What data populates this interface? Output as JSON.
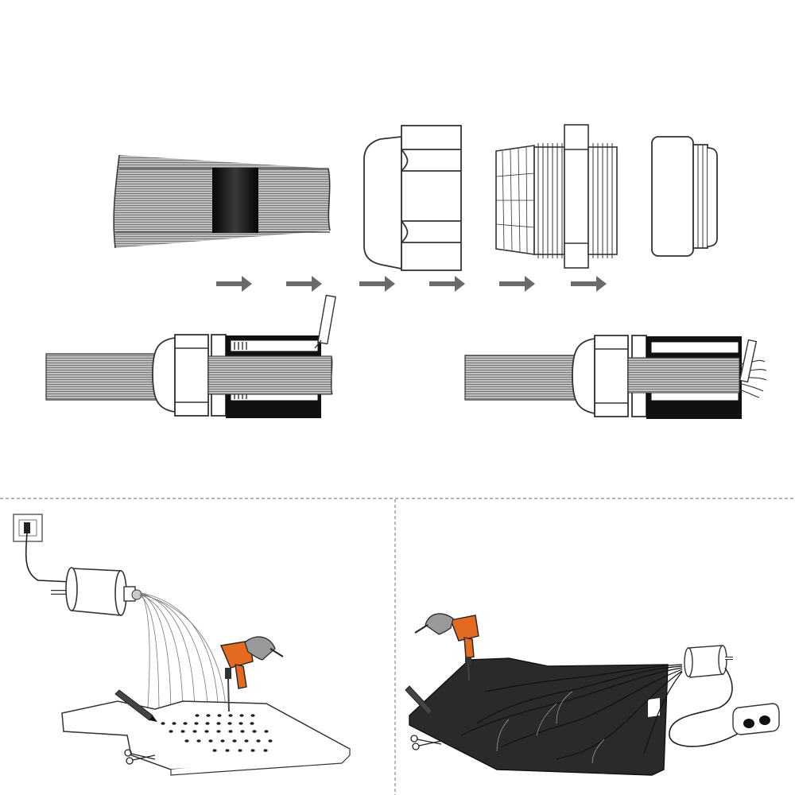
{
  "colors": {
    "background": "#ffffff",
    "outline": "#333333",
    "cable_gray": "#8c8c8c",
    "tape_black": "#111111",
    "arrow_gray": "#6b6b6b",
    "drill_orange": "#e36a1e",
    "board_dark": "#2a2a2a",
    "divider": "#888888"
  },
  "steps": {
    "parts": [
      {
        "name": "cable",
        "icon": "cable-with-tape-icon"
      },
      {
        "name": "sealing-nut",
        "icon": "hex-cap-nut-icon"
      },
      {
        "name": "gland-body",
        "icon": "threaded-body-icon"
      },
      {
        "name": "locknut",
        "icon": "locknut-icon"
      }
    ],
    "arrow_count": 6,
    "assemblies": [
      {
        "state": "open",
        "icon": "assembled-gland-open-icon"
      },
      {
        "state": "fanned",
        "icon": "assembled-gland-fanned-icon"
      }
    ]
  },
  "panels": [
    {
      "scene": "light-source-fibers-through-board",
      "icons": [
        "wall-socket-icon",
        "light-box-icon",
        "drill-icon",
        "pen-icon",
        "scissors-icon"
      ]
    },
    {
      "scene": "fibers-on-ceiling-board",
      "icons": [
        "drill-icon",
        "light-box-icon",
        "plug-adapter-icon",
        "pen-icon",
        "scissors-icon"
      ]
    }
  ]
}
